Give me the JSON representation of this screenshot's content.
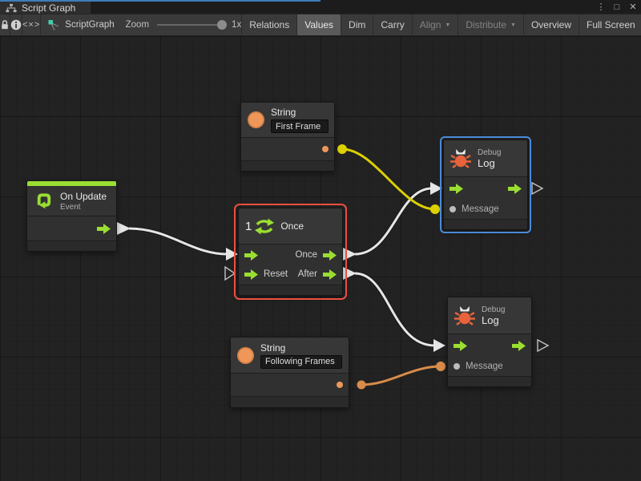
{
  "window": {
    "title": "Script Graph",
    "menu_icon": "⋮",
    "maximize_icon": "□",
    "close_icon": "✕"
  },
  "toolbar": {
    "code_icon": "<×>",
    "breadcrumb": "ScriptGraph",
    "zoom_label": "Zoom",
    "zoom_value": "1x",
    "buttons": [
      {
        "label": "Relations",
        "state": "normal"
      },
      {
        "label": "Values",
        "state": "active"
      },
      {
        "label": "Dim",
        "state": "normal"
      },
      {
        "label": "Carry",
        "state": "normal"
      },
      {
        "label": "Align",
        "state": "disabled",
        "caret": "▼"
      },
      {
        "label": "Distribute",
        "state": "disabled",
        "caret": "▼"
      },
      {
        "label": "Overview",
        "state": "normal"
      },
      {
        "label": "Full Screen",
        "state": "normal"
      }
    ]
  },
  "graph": {
    "nodes": {
      "string_first": {
        "title": "String",
        "value": "First Frame"
      },
      "on_update": {
        "title": "On Update",
        "subtitle": "Event"
      },
      "once": {
        "count": "1",
        "title": "Once",
        "out_once": "Once",
        "out_after": "After",
        "in_reset": "Reset"
      },
      "debug_top": {
        "category": "Debug",
        "title": "Log",
        "message": "Message"
      },
      "string_following": {
        "title": "String",
        "value": "Following Frames"
      },
      "debug_bottom": {
        "category": "Debug",
        "title": "Log",
        "message": "Message"
      }
    },
    "wires": [
      {
        "from": "on_update.flow_out",
        "to": "once.flow_in",
        "color": "#e6e6e6"
      },
      {
        "from": "once.out_once",
        "to": "debug_top.flow_in",
        "color": "#e6e6e6"
      },
      {
        "from": "once.out_after",
        "to": "debug_bottom.flow_in",
        "color": "#e6e6e6"
      },
      {
        "from": "string_first.out",
        "to": "debug_top.message",
        "color": "#dcd000"
      },
      {
        "from": "string_following.out",
        "to": "debug_bottom.message",
        "color": "#d88c4a"
      }
    ],
    "selection": {
      "red_selected": "once",
      "blue_selected": "debug_top"
    }
  },
  "colors": {
    "flow_green": "#9ade32",
    "value_orange": "#ef9659",
    "bug_orange": "#e8633c",
    "wire_yellow": "#dcd000",
    "wire_orange": "#d88c4a",
    "wire_white": "#e6e6e6",
    "selection_red": "#ee4f3e",
    "selection_blue": "#4a8bd8",
    "canvas_bg": "#222222",
    "node_bg": "#303030"
  }
}
